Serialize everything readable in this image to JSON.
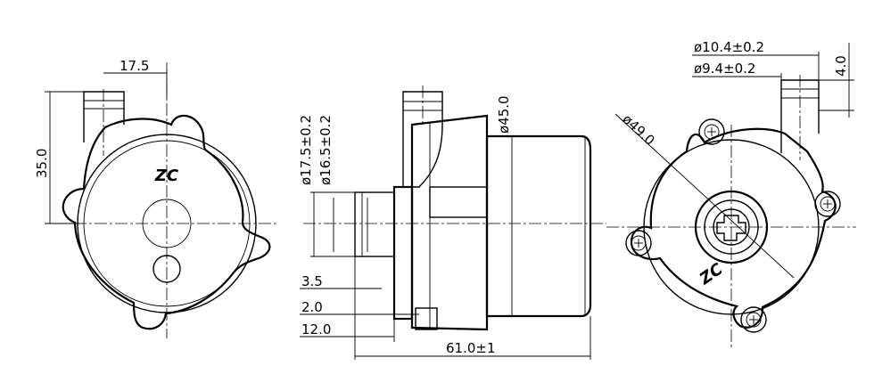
{
  "dimensions": {
    "front_width_offset": "17.5",
    "front_height": "35.0",
    "outlet_outer_dia": "ø17.5±0.2",
    "outlet_inner_dia": "ø16.5±0.2",
    "body_dia": "ø45.0",
    "len_3_5": "3.5",
    "len_2_0": "2.0",
    "len_12_0": "12.0",
    "overall_length": "61.0±1",
    "bolt_circle_dia": "ø49.0",
    "inlet_outer_dia": "ø10.4±0.2",
    "inlet_inner_dia": "ø9.4±0.2",
    "inlet_height": "4.0"
  },
  "logo_text": "ZC"
}
